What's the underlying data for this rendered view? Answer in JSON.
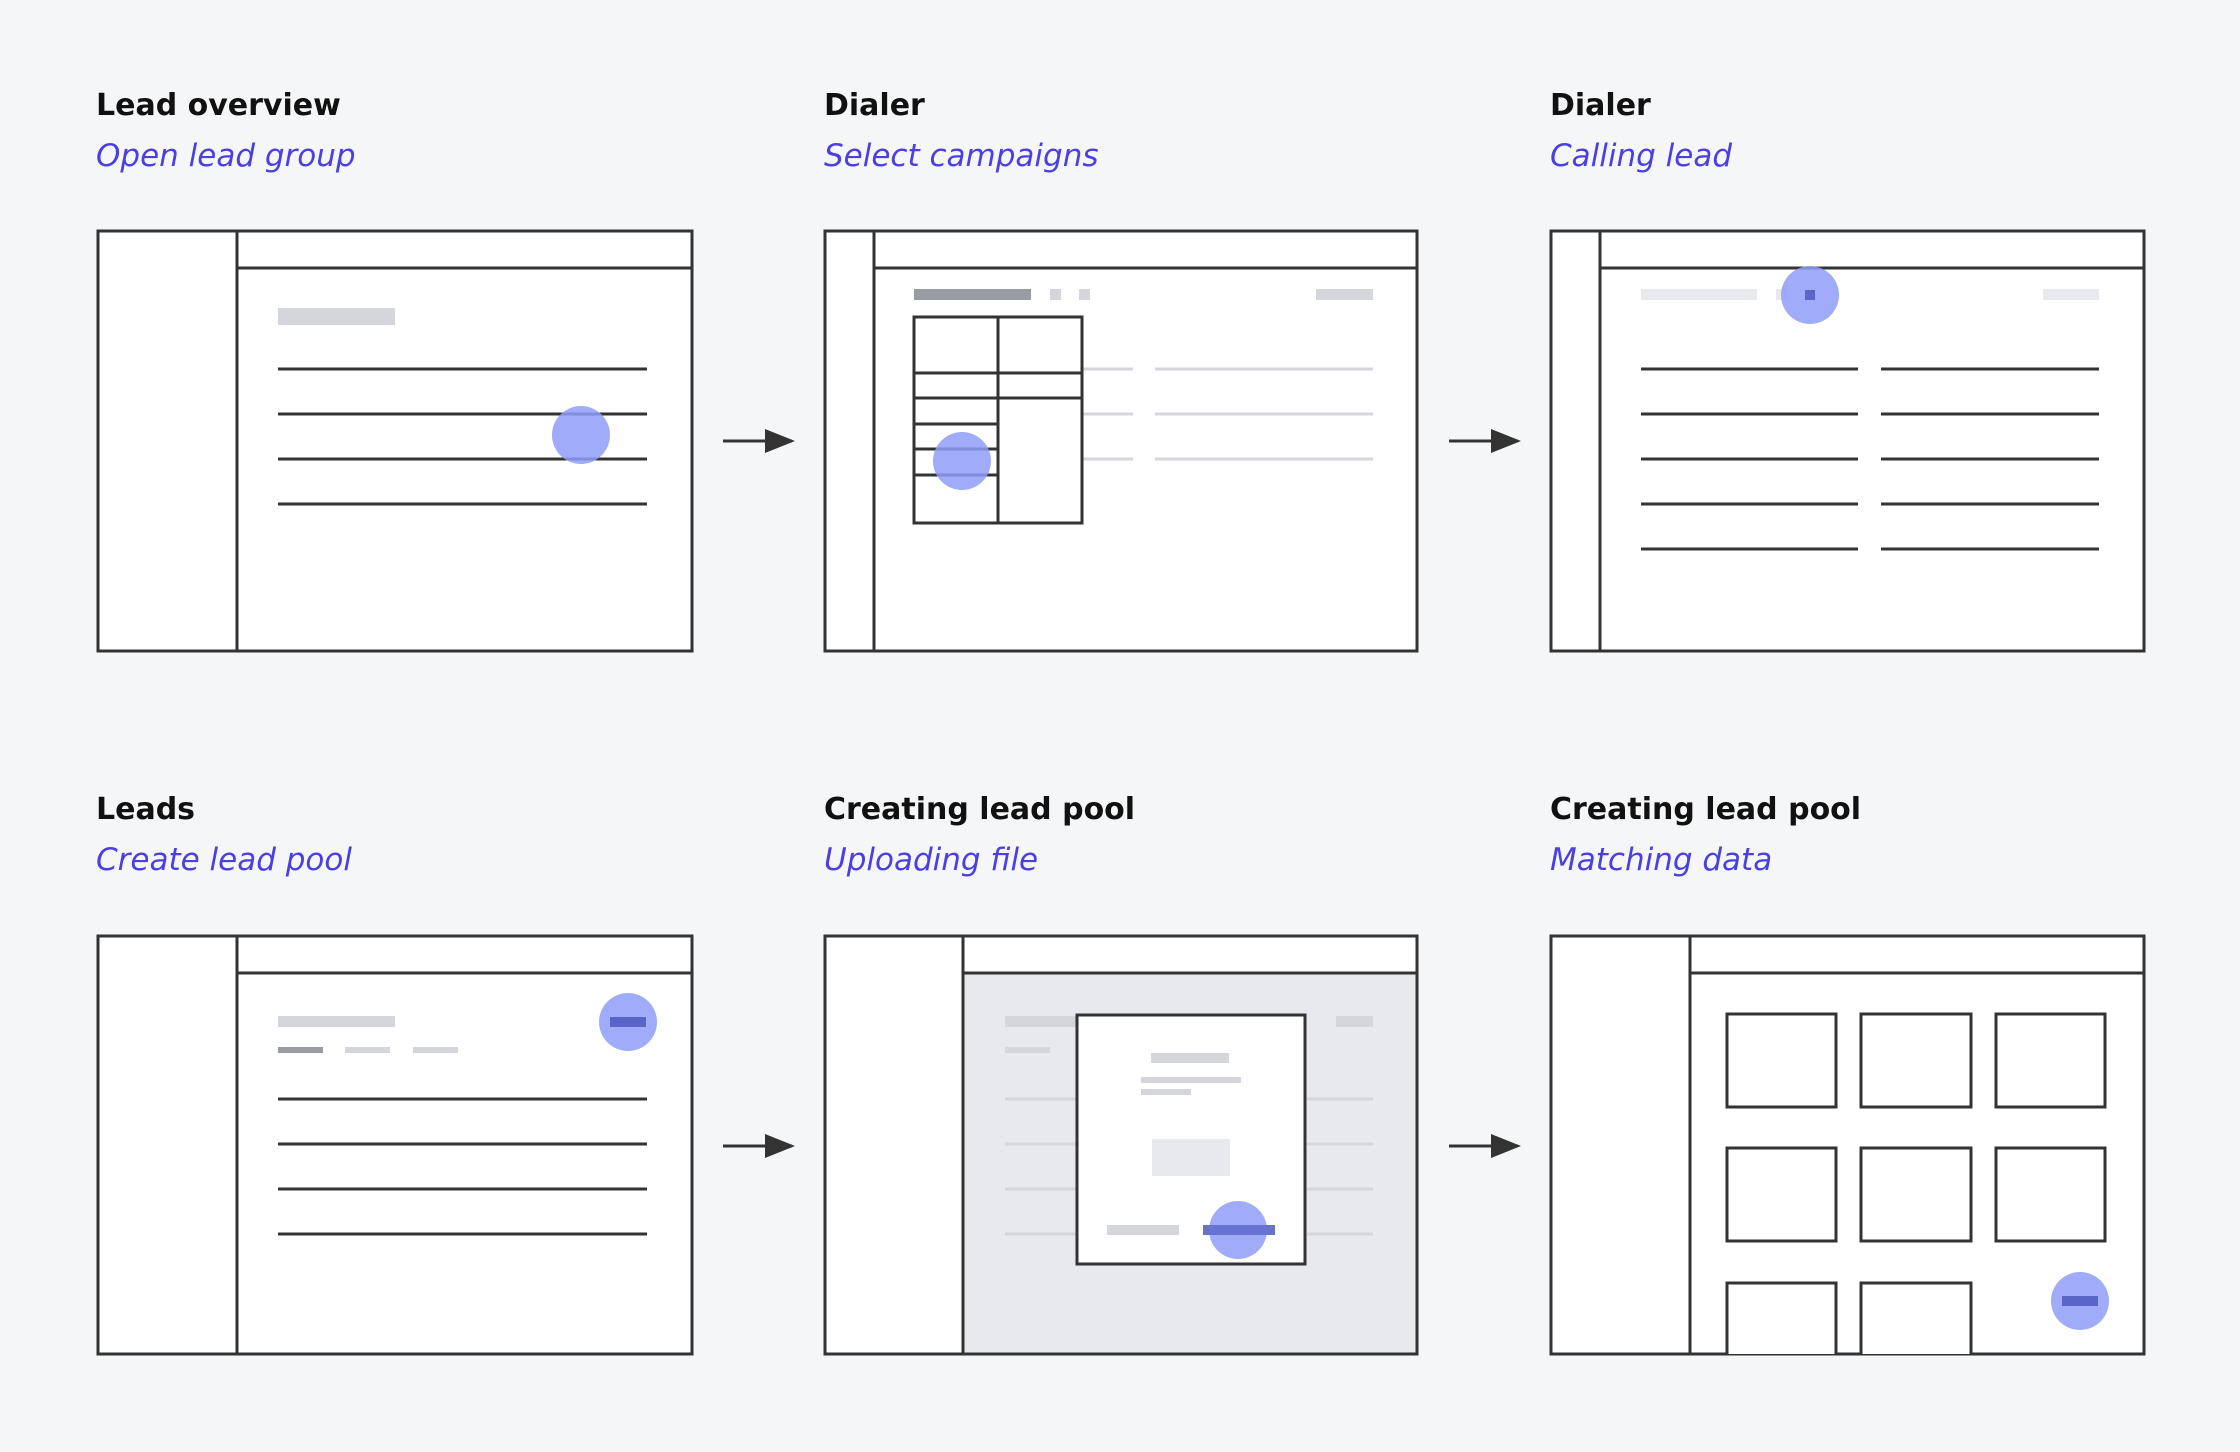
{
  "colors": {
    "background": "#f5f6f8",
    "frame_stroke": "#333333",
    "title_text": "#111111",
    "action_text": "#4b3fe0",
    "tap_indicator": "#8f9df8",
    "tap_indicator_dark": "#5a65c8",
    "placeholder_light": "#d4d6db",
    "placeholder_dark": "#9a9ca3",
    "modal_overlay": "#e8e9ec"
  },
  "steps": [
    {
      "title": "Lead overview",
      "action": "Open lead group"
    },
    {
      "title": "Dialer",
      "action": "Select campaigns"
    },
    {
      "title": "Dialer",
      "action": "Calling lead"
    },
    {
      "title": "Leads",
      "action": "Create lead pool"
    },
    {
      "title": "Creating lead pool",
      "action": "Uploading file"
    },
    {
      "title": "Creating lead pool",
      "action": "Matching data"
    }
  ],
  "icons": {
    "tap": "tap-indicator-icon",
    "arrow": "arrow-right-icon"
  }
}
